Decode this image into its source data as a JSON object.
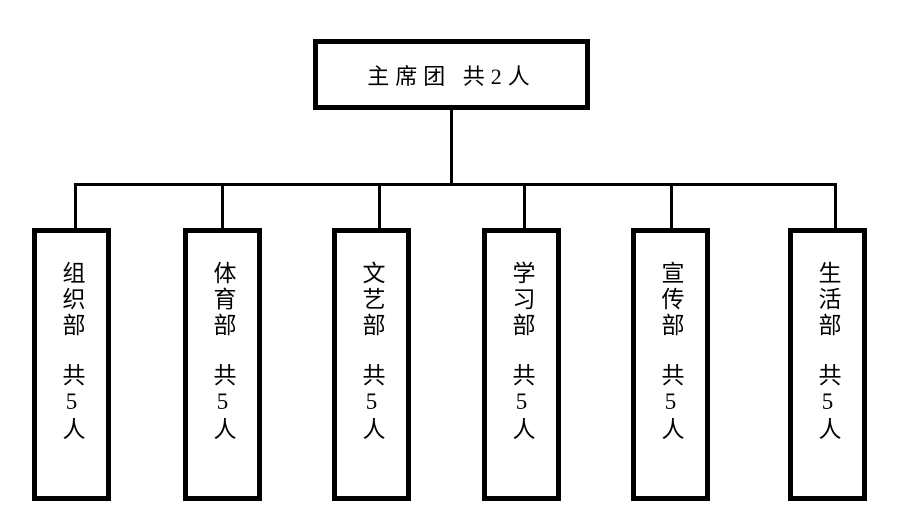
{
  "page": {
    "background_color": "#ffffff",
    "line_color": "#000000"
  },
  "org_chart": {
    "root": {
      "label": "主席团 共2人"
    },
    "departments": [
      {
        "name": "组织部",
        "count": "共5人"
      },
      {
        "name": "体育部",
        "count": "共5人"
      },
      {
        "name": "文艺部",
        "count": "共5人"
      },
      {
        "name": "学习部",
        "count": "共5人"
      },
      {
        "name": "宣传部",
        "count": "共5人"
      },
      {
        "name": "生活部",
        "count": "共5人"
      }
    ]
  }
}
